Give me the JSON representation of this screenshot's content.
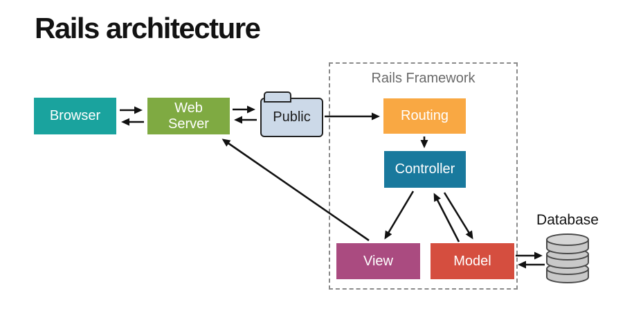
{
  "title": "Rails architecture",
  "framework": {
    "label": "Rails Framework",
    "border_color": "#8a8a8a",
    "label_color": "#6a6a6a"
  },
  "nodes": {
    "browser": {
      "label": "Browser",
      "color": "#1aa39e"
    },
    "web_server": {
      "label": "Web\nServer",
      "color": "#7faa42"
    },
    "public": {
      "label": "Public",
      "color": "#ccd9e8"
    },
    "routing": {
      "label": "Routing",
      "color": "#f9a843"
    },
    "controller": {
      "label": "Controller",
      "color": "#19799d"
    },
    "view": {
      "label": "View",
      "color": "#aa4b80"
    },
    "model": {
      "label": "Model",
      "color": "#d54e3f"
    },
    "database": {
      "label": "Database",
      "color": "#c9c9c9"
    }
  },
  "edges": [
    {
      "from": "browser",
      "to": "web_server",
      "bidirectional": true
    },
    {
      "from": "web_server",
      "to": "public",
      "bidirectional": true
    },
    {
      "from": "public",
      "to": "routing",
      "bidirectional": false
    },
    {
      "from": "routing",
      "to": "controller",
      "bidirectional": false
    },
    {
      "from": "controller",
      "to": "view",
      "bidirectional": false
    },
    {
      "from": "view",
      "to": "web_server",
      "bidirectional": false
    },
    {
      "from": "controller",
      "to": "model",
      "bidirectional": true
    },
    {
      "from": "model",
      "to": "database",
      "bidirectional": true
    }
  ],
  "arrow_color": "#111111"
}
